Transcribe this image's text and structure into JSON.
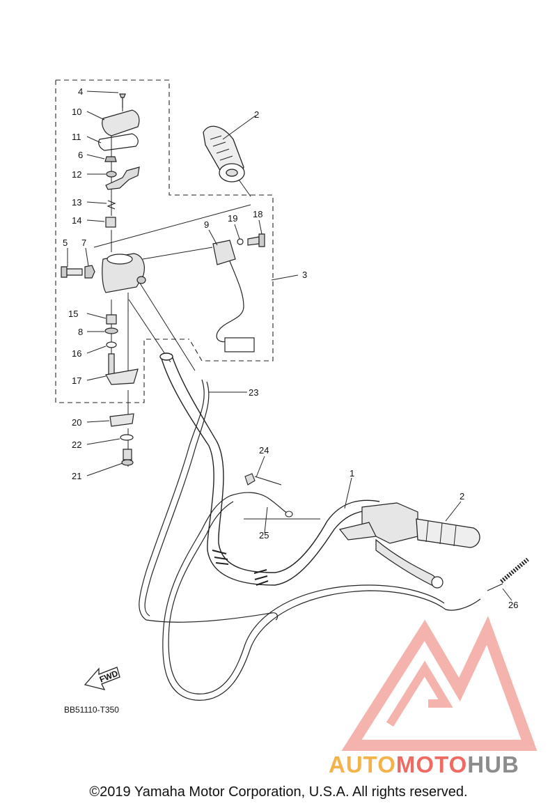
{
  "callouts": {
    "c1": "1",
    "c2a": "2",
    "c2b": "2",
    "c3": "3",
    "c4": "4",
    "c5": "5",
    "c6": "6",
    "c7": "7",
    "c8": "8",
    "c9": "9",
    "c10": "10",
    "c11": "11",
    "c12": "12",
    "c13": "13",
    "c14": "14",
    "c15": "15",
    "c16": "16",
    "c17": "17",
    "c18": "18",
    "c19": "19",
    "c20": "20",
    "c21": "21",
    "c22": "22",
    "c23": "23",
    "c24": "24",
    "c25": "25",
    "c26": "26"
  },
  "fwd_label": "FWD",
  "diagram_code": "BB51110-T350",
  "copyright": "©2019 Yamaha Motor Corporation, U.S.A. All rights reserved.",
  "watermark": {
    "part1": "AUTO",
    "part2": "MOTO",
    "part3": "HUB",
    "colors": {
      "auto": "#f4b24a",
      "moto": "#ef6a63",
      "hub": "#8c8c8c",
      "logo": "#f29a94"
    }
  }
}
